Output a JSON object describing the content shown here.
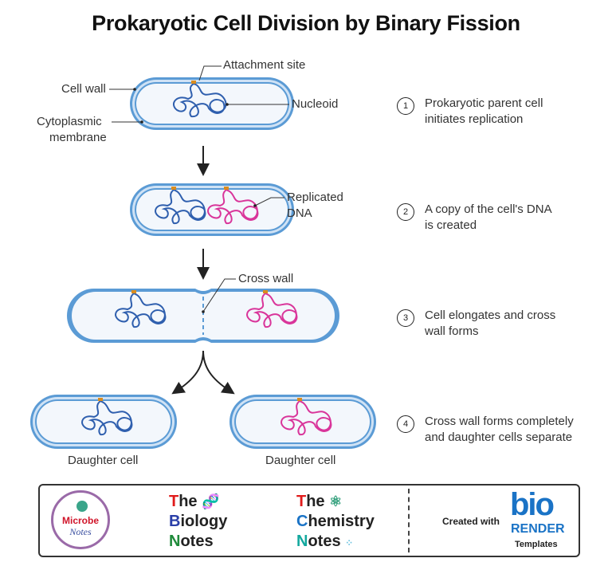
{
  "title": "Prokaryotic Cell Division by Binary Fission",
  "labels": {
    "attachment_site": "Attachment site",
    "cell_wall": "Cell wall",
    "nucleoid": "Nucleoid",
    "cytoplasmic_membrane_1": "Cytoplasmic",
    "cytoplasmic_membrane_2": "membrane",
    "replicated_dna_1": "Replicated",
    "replicated_dna_2": "DNA",
    "cross_wall": "Cross wall",
    "daughter_cell_left": "Daughter cell",
    "daughter_cell_right": "Daughter cell"
  },
  "steps": [
    {
      "number": "1",
      "line1": "Prokaryotic parent cell",
      "line2": "initiates replication"
    },
    {
      "number": "2",
      "line1": "A copy of the cell's DNA",
      "line2": "is created"
    },
    {
      "number": "3",
      "line1": "Cell elongates and cross",
      "line2": "wall forms"
    },
    {
      "number": "4",
      "line1": "Cross wall forms completely",
      "line2": "and daughter cells separate"
    }
  ],
  "colors": {
    "cell_wall": "#5b9bd5",
    "cytoplasm": "#f3f7fc",
    "dna_original": "#2f5fae",
    "dna_copy": "#d9359a",
    "attachment": "#d98c1f"
  },
  "footer": {
    "microbe_notes": {
      "line1": "Microbe",
      "line2": "Notes"
    },
    "biology_notes": {
      "the": "The",
      "biology": "Biology",
      "notes": "Notes"
    },
    "chemistry_notes": {
      "the": "The",
      "chemistry": "Chemistry",
      "notes": "Notes"
    },
    "created_with": "Created with",
    "biorender_bio": "bio",
    "biorender_render": "RENDER",
    "biorender_templates": "Templates"
  }
}
